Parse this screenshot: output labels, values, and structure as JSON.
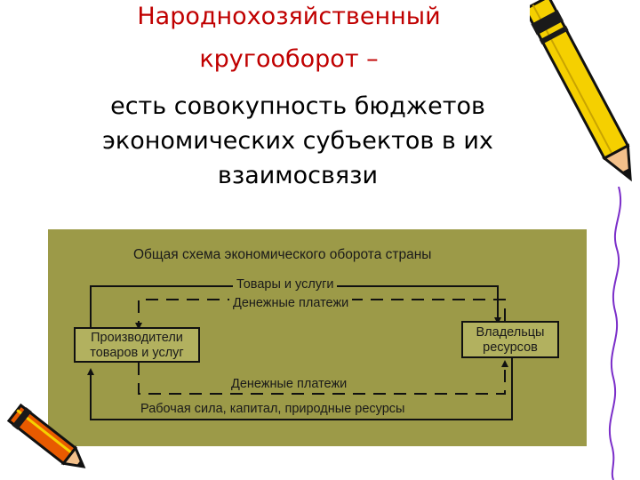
{
  "slide": {
    "title_line1": "Народнохозяйственный",
    "title_line2": "кругооборот –",
    "subtitle_line1": "есть совокупность бюджетов",
    "subtitle_line2": "экономических субъектов в их",
    "subtitle_line3": "взаимосвязи"
  },
  "diagram": {
    "heading": "Общая схема экономического оборота страны",
    "top_outer_label": "Товары и услуги",
    "top_inner_label": "Денежные платежи",
    "bottom_inner_label": "Денежные платежи",
    "bottom_outer_label": "Рабочая сила, капитал, природные ресурсы",
    "left_box_line1": "Производители",
    "left_box_line2": "товаров и услуг",
    "right_box_line1": "Владельцы",
    "right_box_line2": "ресурсов"
  },
  "colors": {
    "title": "#c00000",
    "diagram_background": "#9c9a48",
    "pencil_body": "#f5d000",
    "pencil_tip": "#e85a00"
  },
  "decorations": [
    "pencil-icon-top-right",
    "pencil-icon-bottom-left"
  ]
}
